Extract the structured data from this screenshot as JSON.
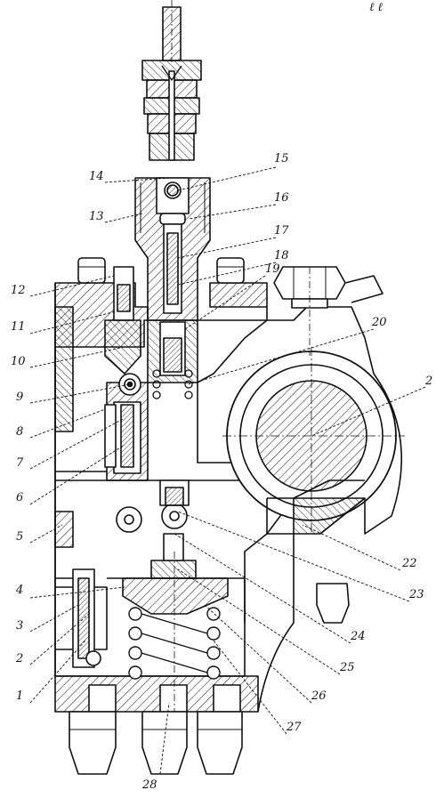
{
  "header_fragment": "ℓ ℓ",
  "labels": {
    "n1": "1",
    "n2": "2",
    "n3": "3",
    "n4": "4",
    "n5": "5",
    "n6": "6",
    "n7": "7",
    "n8": "8",
    "n9": "9",
    "n10": "10",
    "n11": "11",
    "n12": "12",
    "n13": "13",
    "n14": "14",
    "n15": "15",
    "n16": "16",
    "n17": "17",
    "n18": "18",
    "n19": "19",
    "n20": "20",
    "n21": "2",
    "n22": "22",
    "n23": "23",
    "n24": "24",
    "n25": "25",
    "n26": "26",
    "n27": "27",
    "n28": "28"
  }
}
